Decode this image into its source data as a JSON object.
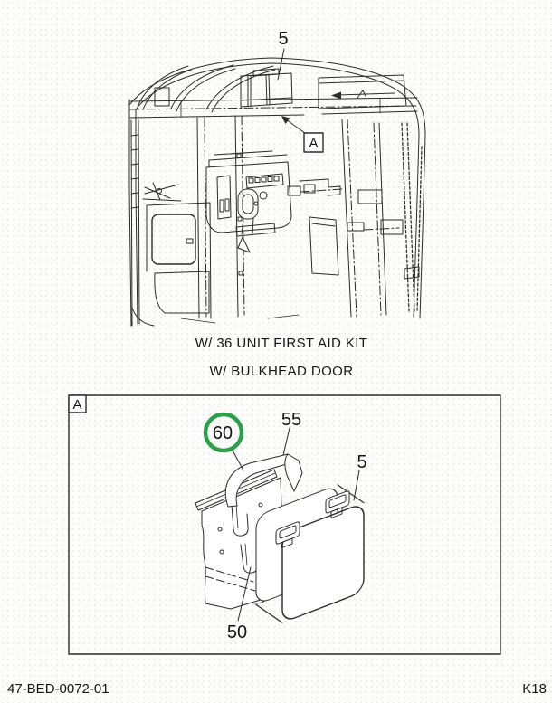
{
  "page": {
    "footer_left": "47-BED-0072-01",
    "footer_right": "K18"
  },
  "captions": {
    "line1": "W/ 36 UNIT FIRST AID KIT",
    "line2": "W/ BULKHEAD DOOR"
  },
  "main_figure": {
    "callout_5": "5",
    "marker_a": "A"
  },
  "detail_view": {
    "marker_a": "A",
    "callout_60": "60",
    "callout_55": "55",
    "callout_5": "5",
    "callout_50": "50"
  },
  "colors": {
    "line": "#2b2b2b",
    "highlight_green": "#2aa148"
  }
}
